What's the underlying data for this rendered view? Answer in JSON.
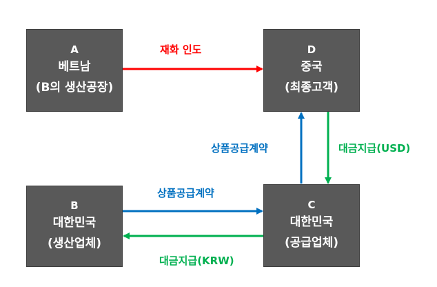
{
  "colors": {
    "box_fill": "#595959",
    "red": "#ff0000",
    "blue": "#0070c0",
    "green": "#00b050"
  },
  "nodes": {
    "a": {
      "letter": "A",
      "line1": "베트남",
      "line2": "(B의 생산공장)"
    },
    "d": {
      "letter": "D",
      "line1": "중국",
      "line2": "(최종고객)"
    },
    "b": {
      "letter": "B",
      "line1": "대한민국",
      "line2": "(생산업체)"
    },
    "c": {
      "letter": "C",
      "line1": "대한민국",
      "line2": "(공급업체)"
    }
  },
  "edges": {
    "a_to_d": {
      "label": "재화 인도"
    },
    "c_to_d": {
      "label": "상품공급계약"
    },
    "d_to_c": {
      "label": "대금지급(USD)"
    },
    "b_to_c": {
      "label": "상품공급계약"
    },
    "c_to_b": {
      "label": "대금지급(KRW)"
    }
  }
}
